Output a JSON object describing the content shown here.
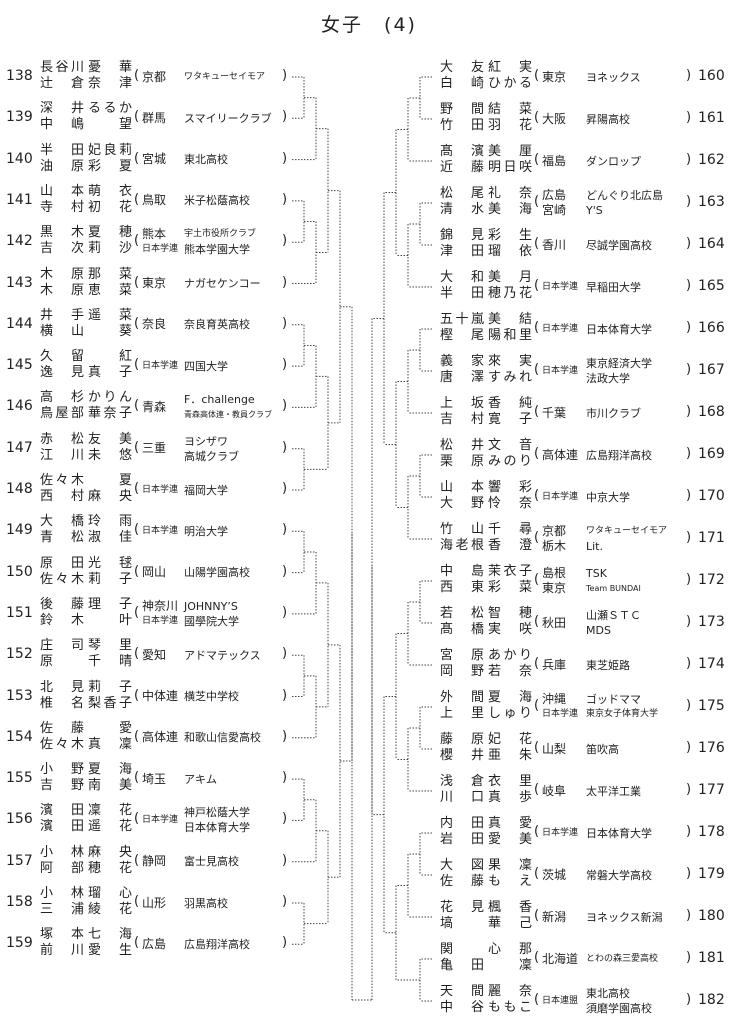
{
  "title": "女子　(4)",
  "left": [
    {
      "num": "138",
      "p1": [
        "長谷川",
        "憂華"
      ],
      "p2": [
        "辻倉",
        "奈津"
      ],
      "pref": [
        "京都"
      ],
      "team": [
        "ワタキューセイモア"
      ]
    },
    {
      "num": "139",
      "p1": [
        "深井",
        "るるか"
      ],
      "p2": [
        "中嶋",
        "望"
      ],
      "pref": [
        "群馬"
      ],
      "team": [
        "スマイリークラブ"
      ]
    },
    {
      "num": "140",
      "p1": [
        "半田",
        "妃良莉"
      ],
      "p2": [
        "油原",
        "彩夏"
      ],
      "pref": [
        "宮城"
      ],
      "team": [
        "東北高校"
      ]
    },
    {
      "num": "141",
      "p1": [
        "山本",
        "萌衣"
      ],
      "p2": [
        "寺村",
        "初花"
      ],
      "pref": [
        "鳥取"
      ],
      "team": [
        "米子松蔭高校"
      ]
    },
    {
      "num": "142",
      "p1": [
        "黒木",
        "夏穂"
      ],
      "p2": [
        "吉次",
        "莉沙"
      ],
      "pref": [
        "熊本",
        "日本学連"
      ],
      "team": [
        "宇土市役所クラブ",
        "熊本学園大学"
      ]
    },
    {
      "num": "143",
      "p1": [
        "木原",
        "那菜"
      ],
      "p2": [
        "木原",
        "恵菜"
      ],
      "pref": [
        "東京"
      ],
      "team": [
        "ナガセケンコー"
      ]
    },
    {
      "num": "144",
      "p1": [
        "井手",
        "遥菜"
      ],
      "p2": [
        "横山",
        "葵"
      ],
      "pref": [
        "奈良"
      ],
      "team": [
        "奈良育英高校"
      ]
    },
    {
      "num": "145",
      "p1": [
        "久留",
        "紅"
      ],
      "p2": [
        "逸見",
        "真子"
      ],
      "pref": [
        "日本学連"
      ],
      "team": [
        "四国大学"
      ]
    },
    {
      "num": "146",
      "p1": [
        "高杉",
        "かりん"
      ],
      "p2": [
        "鳥屋部",
        "華奈子"
      ],
      "pref": [
        "青森"
      ],
      "team": [
        "F．challenge",
        "青森高体連・教員クラブ"
      ]
    },
    {
      "num": "147",
      "p1": [
        "赤松",
        "友美"
      ],
      "p2": [
        "江川",
        "未悠"
      ],
      "pref": [
        "三重"
      ],
      "team": [
        "ヨシザワ",
        "高城クラブ"
      ]
    },
    {
      "num": "148",
      "p1": [
        "佐々木",
        "夏"
      ],
      "p2": [
        "西村",
        "麻央"
      ],
      "pref": [
        "日本学連"
      ],
      "team": [
        "福岡大学"
      ]
    },
    {
      "num": "149",
      "p1": [
        "大橋",
        "玲雨"
      ],
      "p2": [
        "青松",
        "淑佳"
      ],
      "pref": [
        "日本学連"
      ],
      "team": [
        "明治大学"
      ]
    },
    {
      "num": "150",
      "p1": [
        "原田",
        "光毬"
      ],
      "p2": [
        "佐々木",
        "莉子"
      ],
      "pref": [
        "岡山"
      ],
      "team": [
        "山陽学園高校"
      ]
    },
    {
      "num": "151",
      "p1": [
        "後藤",
        "理子"
      ],
      "p2": [
        "鈴木",
        "叶"
      ],
      "pref": [
        "神奈川",
        "日本学連"
      ],
      "team": [
        "JOHNNY’S",
        "國學院大学"
      ]
    },
    {
      "num": "152",
      "p1": [
        "庄司",
        "琴里"
      ],
      "p2": [
        "原",
        "千晴"
      ],
      "pref": [
        "愛知"
      ],
      "team": [
        "アドマテックス"
      ]
    },
    {
      "num": "153",
      "p1": [
        "北見",
        "莉子"
      ],
      "p2": [
        "椎名",
        "梨香子"
      ],
      "pref": [
        "中体連"
      ],
      "team": [
        "横芝中学校"
      ]
    },
    {
      "num": "154",
      "p1": [
        "佐藤",
        "愛"
      ],
      "p2": [
        "佐々木",
        "真凜"
      ],
      "pref": [
        "高体連"
      ],
      "team": [
        "和歌山信愛高校"
      ]
    },
    {
      "num": "155",
      "p1": [
        "小野",
        "夏海"
      ],
      "p2": [
        "吉野",
        "南美"
      ],
      "pref": [
        "埼玉"
      ],
      "team": [
        "アキム"
      ]
    },
    {
      "num": "156",
      "p1": [
        "濱田",
        "凜花"
      ],
      "p2": [
        "濱田",
        "遥花"
      ],
      "pref": [
        "日本学連"
      ],
      "team": [
        "神戸松蔭大学",
        "日本体育大学"
      ]
    },
    {
      "num": "157",
      "p1": [
        "小林",
        "麻央"
      ],
      "p2": [
        "阿部",
        "穂花"
      ],
      "pref": [
        "静岡"
      ],
      "team": [
        "富士見高校"
      ]
    },
    {
      "num": "158",
      "p1": [
        "小林",
        "瑠心"
      ],
      "p2": [
        "三浦",
        "綾花"
      ],
      "pref": [
        "山形"
      ],
      "team": [
        "羽黒高校"
      ]
    },
    {
      "num": "159",
      "p1": [
        "塚本",
        "七海"
      ],
      "p2": [
        "前川",
        "愛生"
      ],
      "pref": [
        "広島"
      ],
      "team": [
        "広島翔洋高校"
      ]
    }
  ],
  "right": [
    {
      "num": "160",
      "p1": [
        "大友",
        "紅実"
      ],
      "p2": [
        "白崎",
        "ひかる"
      ],
      "pref": [
        "東京"
      ],
      "team": [
        "ヨネックス"
      ]
    },
    {
      "num": "161",
      "p1": [
        "野間",
        "結菜"
      ],
      "p2": [
        "竹田",
        "羽花"
      ],
      "pref": [
        "大阪"
      ],
      "team": [
        "昇陽高校"
      ]
    },
    {
      "num": "162",
      "p1": [
        "髙濱",
        "美厘"
      ],
      "p2": [
        "近藤",
        "明日咲"
      ],
      "pref": [
        "福島"
      ],
      "team": [
        "ダンロップ"
      ]
    },
    {
      "num": "163",
      "p1": [
        "松尾",
        "礼奈"
      ],
      "p2": [
        "清水",
        "美海"
      ],
      "pref": [
        "広島",
        "宮崎"
      ],
      "team": [
        "どんぐり北広島",
        "Y'S"
      ]
    },
    {
      "num": "164",
      "p1": [
        "錦見",
        "彩生"
      ],
      "p2": [
        "津田",
        "瑠依"
      ],
      "pref": [
        "香川"
      ],
      "team": [
        "尽誠学園高校"
      ]
    },
    {
      "num": "165",
      "p1": [
        "大和",
        "美月"
      ],
      "p2": [
        "半田",
        "穂乃花"
      ],
      "pref": [
        "日本学連"
      ],
      "team": [
        "早稲田大学"
      ]
    },
    {
      "num": "166",
      "p1": [
        "五十嵐",
        "美結"
      ],
      "p2": [
        "樫尾",
        "陽和里"
      ],
      "pref": [
        "日本学連"
      ],
      "team": [
        "日本体育大学"
      ]
    },
    {
      "num": "167",
      "p1": [
        "義家",
        "來実"
      ],
      "p2": [
        "唐澤",
        "すみれ"
      ],
      "pref": [
        "日本学連"
      ],
      "team": [
        "東京経済大学",
        "法政大学"
      ]
    },
    {
      "num": "168",
      "p1": [
        "上坂",
        "香純"
      ],
      "p2": [
        "吉村",
        "寛子"
      ],
      "pref": [
        "千葉"
      ],
      "team": [
        "市川クラブ"
      ]
    },
    {
      "num": "169",
      "p1": [
        "松井",
        "文音"
      ],
      "p2": [
        "栗原",
        "みのり"
      ],
      "pref": [
        "高体連"
      ],
      "team": [
        "広島翔洋高校"
      ]
    },
    {
      "num": "170",
      "p1": [
        "山本",
        "響彩"
      ],
      "p2": [
        "大野",
        "怜奈"
      ],
      "pref": [
        "日本学連"
      ],
      "team": [
        "中京大学"
      ]
    },
    {
      "num": "171",
      "p1": [
        "竹山",
        "千尋"
      ],
      "p2": [
        "海老根",
        "香澄"
      ],
      "pref": [
        "京都",
        "栃木"
      ],
      "team": [
        "ワタキューセイモア",
        "Lit."
      ]
    },
    {
      "num": "172",
      "p1": [
        "中島",
        "茉衣子"
      ],
      "p2": [
        "西東",
        "彩菜"
      ],
      "pref": [
        "島根",
        "東京"
      ],
      "team": [
        "TSK",
        "Team BUNDAI"
      ]
    },
    {
      "num": "173",
      "p1": [
        "若松",
        "智穂"
      ],
      "p2": [
        "髙橋",
        "実咲"
      ],
      "pref": [
        "秋田"
      ],
      "team": [
        "山瀬ＳＴＣ",
        "MDS"
      ]
    },
    {
      "num": "174",
      "p1": [
        "宮原",
        "あかり"
      ],
      "p2": [
        "岡野",
        "若奈"
      ],
      "pref": [
        "兵庫"
      ],
      "team": [
        "東芝姫路"
      ]
    },
    {
      "num": "175",
      "p1": [
        "外間",
        "夏海"
      ],
      "p2": [
        "上里",
        "しゅり"
      ],
      "pref": [
        "沖縄",
        "日本学連"
      ],
      "team": [
        "ゴッドママ",
        "東京女子体育大学"
      ]
    },
    {
      "num": "176",
      "p1": [
        "藤原",
        "妃花"
      ],
      "p2": [
        "櫻井",
        "亜朱"
      ],
      "pref": [
        "山梨"
      ],
      "team": [
        "笛吹高"
      ]
    },
    {
      "num": "177",
      "p1": [
        "浅倉",
        "衣里"
      ],
      "p2": [
        "川口",
        "真歩"
      ],
      "pref": [
        "岐阜"
      ],
      "team": [
        "太平洋工業"
      ]
    },
    {
      "num": "178",
      "p1": [
        "内田",
        "真愛"
      ],
      "p2": [
        "岩田",
        "愛美"
      ],
      "pref": [
        "日本学連"
      ],
      "team": [
        "日本体育大学"
      ]
    },
    {
      "num": "179",
      "p1": [
        "大図",
        "果凜"
      ],
      "p2": [
        "佐藤",
        "もえ"
      ],
      "pref": [
        "茨城"
      ],
      "team": [
        "常磐大学高校"
      ]
    },
    {
      "num": "180",
      "p1": [
        "花見",
        "楓香"
      ],
      "p2": [
        "塙",
        "華己"
      ],
      "pref": [
        "新潟"
      ],
      "team": [
        "ヨネックス新潟"
      ]
    },
    {
      "num": "181",
      "p1": [
        "関",
        "心那"
      ],
      "p2": [
        "亀田",
        "凜"
      ],
      "pref": [
        "北海道"
      ],
      "team": [
        "とわの森三愛高校"
      ]
    },
    {
      "num": "182",
      "p1": [
        "天間",
        "麗奈"
      ],
      "p2": [
        "中谷",
        "ももこ"
      ],
      "pref": [
        "日本連盟"
      ],
      "team": [
        "東北高校",
        "須磨学園高校"
      ]
    }
  ],
  "paren_open": "(",
  "paren_close": ")"
}
